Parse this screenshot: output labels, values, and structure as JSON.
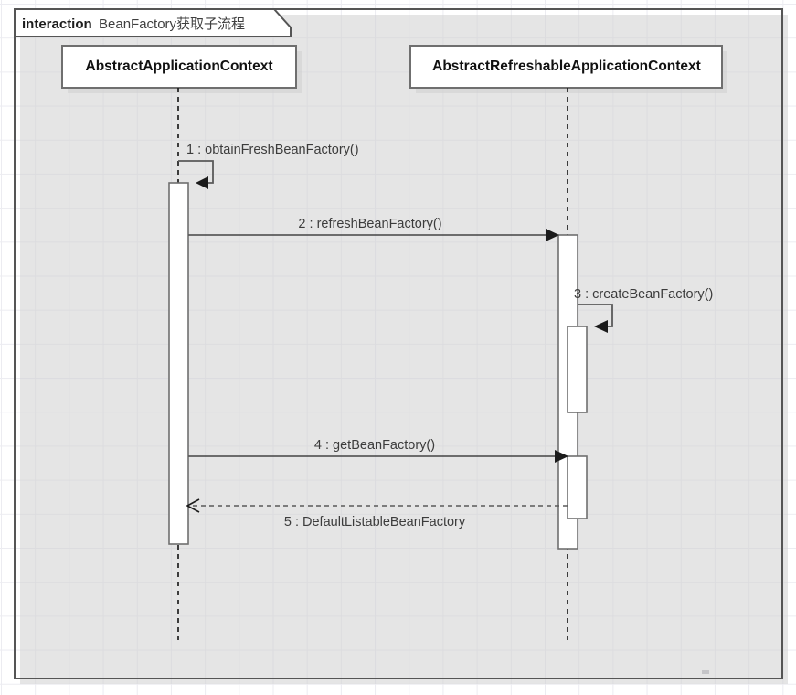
{
  "diagram": {
    "type": "uml-sequence-diagram",
    "frame": {
      "keyword": "interaction",
      "name": "BeanFactory获取子流程"
    },
    "lifelines": [
      {
        "id": "ctx",
        "name": "AbstractApplicationContext"
      },
      {
        "id": "refreshable",
        "name": "AbstractRefreshableApplicationContext"
      }
    ],
    "messages": [
      {
        "number": "1",
        "label": "1 : obtainFreshBeanFactory()",
        "from": "ctx",
        "to": "ctx",
        "kind": "self-call",
        "style": "solid"
      },
      {
        "number": "2",
        "label": "2 : refreshBeanFactory()",
        "from": "ctx",
        "to": "refreshable",
        "kind": "call",
        "style": "solid"
      },
      {
        "number": "3",
        "label": "3 : createBeanFactory()",
        "from": "refreshable",
        "to": "refreshable",
        "kind": "self-call",
        "style": "solid"
      },
      {
        "number": "4",
        "label": "4 : getBeanFactory()",
        "from": "ctx",
        "to": "refreshable",
        "kind": "call",
        "style": "solid"
      },
      {
        "number": "5",
        "label": "5 : DefaultListableBeanFactory",
        "from": "refreshable",
        "to": "ctx",
        "kind": "return",
        "style": "dashed"
      }
    ],
    "colors": {
      "background": "#ffffff",
      "grid": "#ececf1",
      "box_border": "#6f6f6f",
      "line": "#5a5a5a",
      "lifeline": "#1f1f1f",
      "text": "#3c3c3c",
      "frame_border": "#555555"
    }
  }
}
